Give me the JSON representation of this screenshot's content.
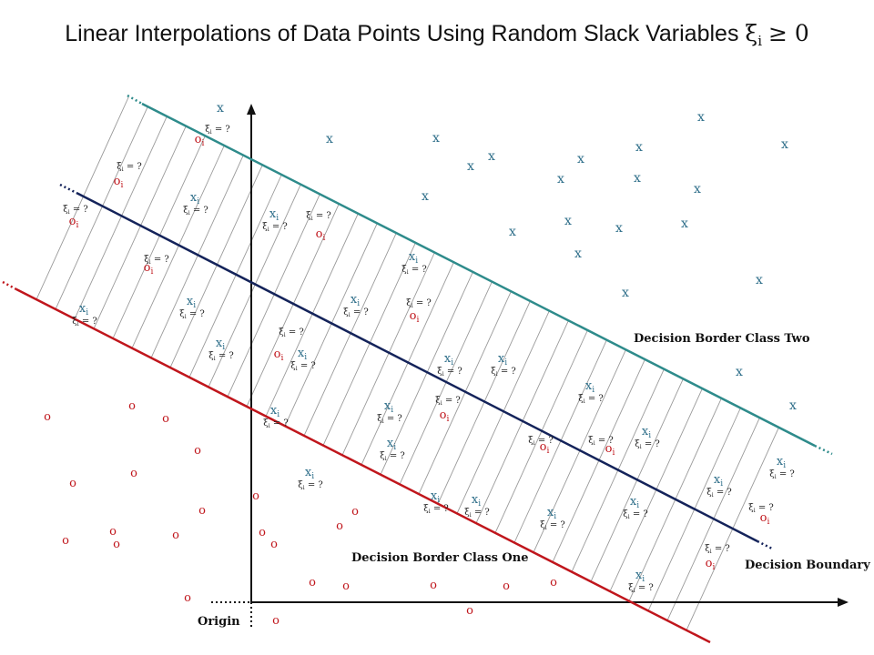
{
  "title": {
    "text": "Linear Interpolations of Data Points Using Random Slack Variables",
    "symbol": "ξ",
    "subscript": "i",
    "relation": "≥ 0"
  },
  "labels": {
    "class_two_border": "Decision Border Class Two",
    "class_one_border": "Decision Border Class One",
    "boundary": "Decision Boundary",
    "origin": "Origin"
  },
  "markers": {
    "x": "x",
    "o": "o",
    "xi": "xi",
    "oi": "oi",
    "slack": "ξi = ?"
  },
  "colors": {
    "class_two": "#2e8b8b",
    "boundary": "#14235a",
    "class_one": "#c0161c",
    "x_points": "#2f6f8a",
    "o_points": "#c0161c",
    "slack_lines": "#9a9a9a",
    "axes": "#111111"
  },
  "points": {
    "x_class_two": [
      [
        242,
        123
      ],
      [
        362,
        157
      ],
      [
        479,
        156
      ],
      [
        517,
        187
      ],
      [
        540,
        176
      ],
      [
        467,
        220
      ],
      [
        638,
        179
      ],
      [
        616,
        201
      ],
      [
        702,
        166
      ],
      [
        700,
        200
      ],
      [
        770,
        133
      ],
      [
        766,
        212
      ],
      [
        862,
        163
      ],
      [
        563,
        259
      ],
      [
        624,
        247
      ],
      [
        680,
        255
      ],
      [
        752,
        250
      ],
      [
        635,
        283
      ],
      [
        687,
        326
      ],
      [
        834,
        312
      ],
      [
        812,
        413
      ],
      [
        871,
        450
      ]
    ],
    "o_class_one": [
      [
        52,
        462
      ],
      [
        145,
        450
      ],
      [
        182,
        464
      ],
      [
        217,
        499
      ],
      [
        147,
        524
      ],
      [
        80,
        535
      ],
      [
        222,
        565
      ],
      [
        124,
        588
      ],
      [
        128,
        602
      ],
      [
        72,
        598
      ],
      [
        193,
        592
      ],
      [
        281,
        549
      ],
      [
        288,
        589
      ],
      [
        301,
        602
      ],
      [
        373,
        582
      ],
      [
        390,
        566
      ],
      [
        343,
        644
      ],
      [
        380,
        648
      ],
      [
        476,
        647
      ],
      [
        556,
        648
      ],
      [
        608,
        644
      ],
      [
        206,
        661
      ],
      [
        303,
        686
      ],
      [
        516,
        675
      ]
    ],
    "xi_support": [
      [
        214,
        221
      ],
      [
        301,
        239
      ],
      [
        92,
        343
      ],
      [
        210,
        335
      ],
      [
        242,
        381
      ],
      [
        390,
        333
      ],
      [
        454,
        286
      ],
      [
        332,
        392
      ],
      [
        493,
        398
      ],
      [
        552,
        398
      ],
      [
        302,
        455
      ],
      [
        427,
        450
      ],
      [
        430,
        491
      ],
      [
        340,
        523
      ],
      [
        478,
        549
      ],
      [
        523,
        553
      ],
      [
        606,
        567
      ],
      [
        648,
        428
      ],
      [
        710,
        478
      ],
      [
        697,
        555
      ],
      [
        789,
        531
      ],
      [
        858,
        511
      ],
      [
        703,
        636
      ]
    ],
    "oi_support": [
      [
        219,
        157
      ],
      [
        130,
        203
      ],
      [
        81,
        247
      ],
      [
        163,
        298
      ],
      [
        352,
        261
      ],
      [
        455,
        351
      ],
      [
        306,
        393
      ],
      [
        488,
        460
      ],
      [
        598,
        495
      ],
      [
        670,
        497
      ],
      [
        840,
        573
      ],
      [
        780,
        623
      ]
    ],
    "slack_only": [
      [
        239,
        145
      ],
      [
        142,
        186
      ],
      [
        83,
        233
      ],
      [
        172,
        288
      ],
      [
        350,
        240
      ],
      [
        460,
        336
      ],
      [
        320,
        368
      ],
      [
        492,
        443
      ],
      [
        594,
        487
      ],
      [
        660,
        487
      ],
      [
        836,
        561
      ],
      [
        788,
        606
      ]
    ]
  }
}
